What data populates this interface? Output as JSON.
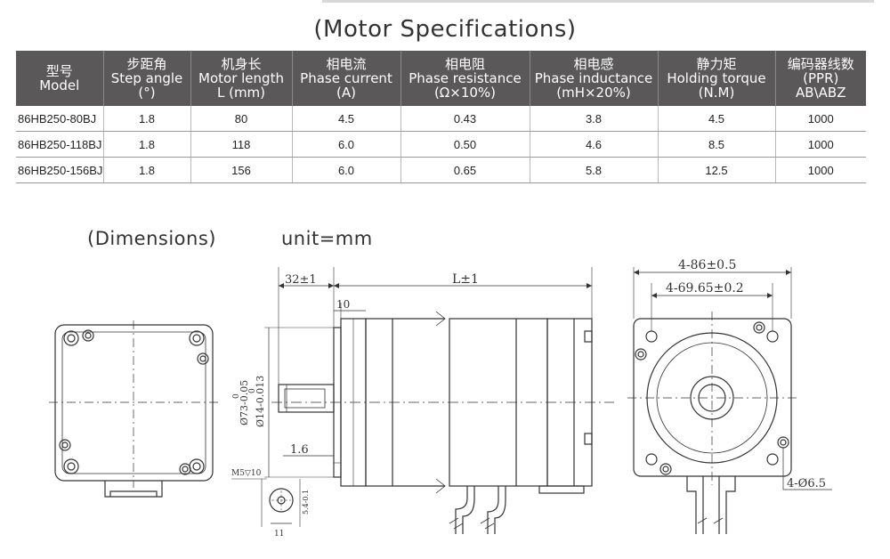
{
  "spec_title": "(Motor Specifications)",
  "table": {
    "headers": [
      {
        "cn": "型号",
        "en": "Model",
        "extra": ""
      },
      {
        "cn": "步距角",
        "en": "Step angle",
        "extra": "(°)"
      },
      {
        "cn": "机身长",
        "en": "Motor length",
        "extra": "L (mm)"
      },
      {
        "cn": "相电流",
        "en": "Phase current",
        "extra": "(A)"
      },
      {
        "cn": "相电阻",
        "en": "Phase resistance",
        "extra": "(Ω×10%)"
      },
      {
        "cn": "相电感",
        "en": "Phase inductance",
        "extra": "(mH×20%)"
      },
      {
        "cn": "静力矩",
        "en": "Holding torque",
        "extra": "(N.M)"
      },
      {
        "cn": "编码器线数",
        "en": "(PPR)",
        "extra": "AB\\ABZ"
      }
    ],
    "rows": [
      [
        "86HB250-80BJ",
        "1.8",
        "80",
        "4.5",
        "0.43",
        "3.8",
        "4.5",
        "1000"
      ],
      [
        "86HB250-118BJ",
        "1.8",
        "118",
        "6.0",
        "0.50",
        "4.6",
        "8.5",
        "1000"
      ],
      [
        "86HB250-156BJ",
        "1.8",
        "156",
        "6.0",
        "0.65",
        "5.8",
        "12.5",
        "1000"
      ]
    ]
  },
  "dimensions": {
    "title": "(Dimensions)",
    "unit": "unit=mm",
    "labels": {
      "shaft_length": "32±1",
      "body_length": "L±1",
      "flange_thickness": "10",
      "boss_diameter": "Ø73-0.05",
      "boss_tol_upper": "0",
      "shaft_diameter": "Ø14-0.013",
      "shaft_tol_upper": "0",
      "boss_height": "1.6",
      "thread": "M5▽10",
      "key_depth": "5.4-0.1",
      "key_width": "11",
      "square_size": "4-86±0.5",
      "hole_spacing": "4-69.65±0.2",
      "mount_holes": "4-Ø6.5"
    }
  }
}
